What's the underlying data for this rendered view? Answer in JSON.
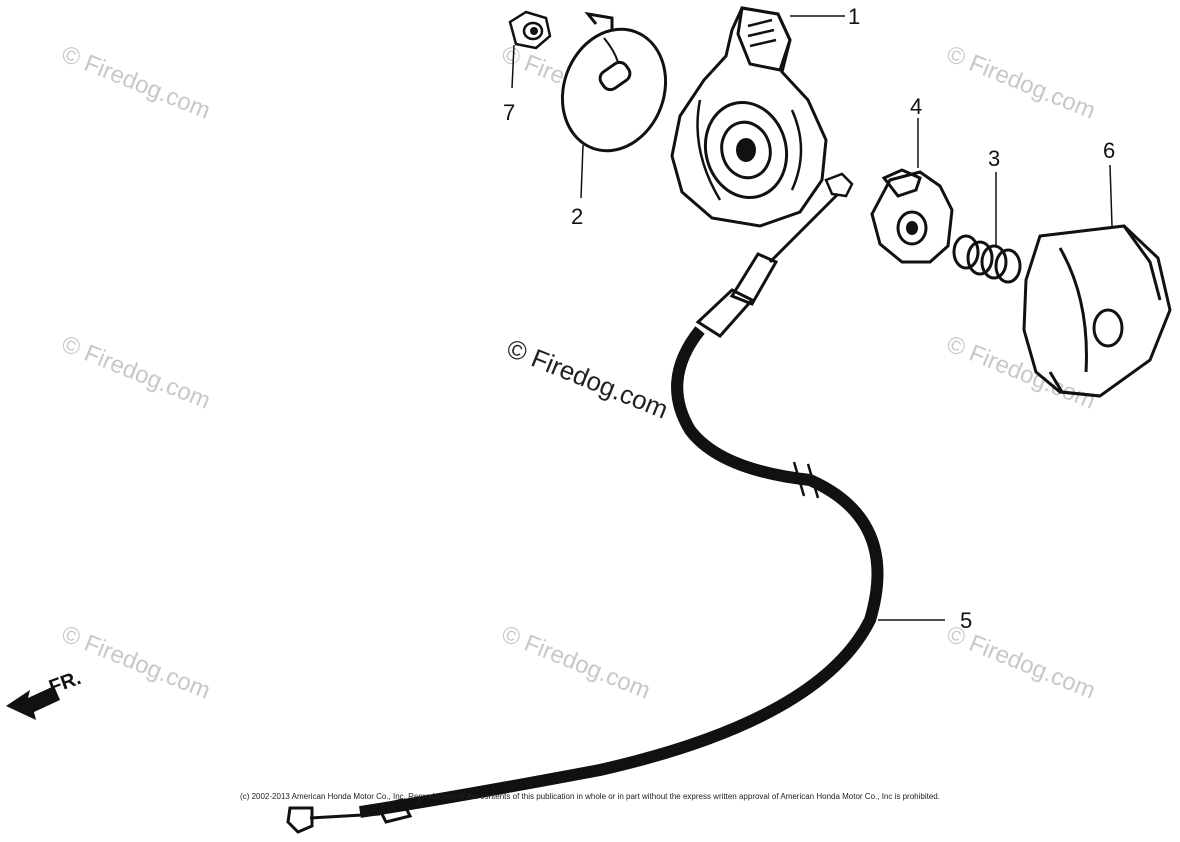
{
  "callouts": {
    "p1": "1",
    "p2": "2",
    "p3": "3",
    "p4": "4",
    "p5": "5",
    "p6": "6",
    "p7": "7"
  },
  "watermark": {
    "main": "© Firedog.com",
    "faint": "© Firedog.com"
  },
  "direction_label": "FR.",
  "copyright": "(c) 2002-2013 American Honda Motor Co., Inc. Reproduction of the contents of this publication in whole or in part without the express written approval of American Honda Motor Co., Inc is prohibited."
}
